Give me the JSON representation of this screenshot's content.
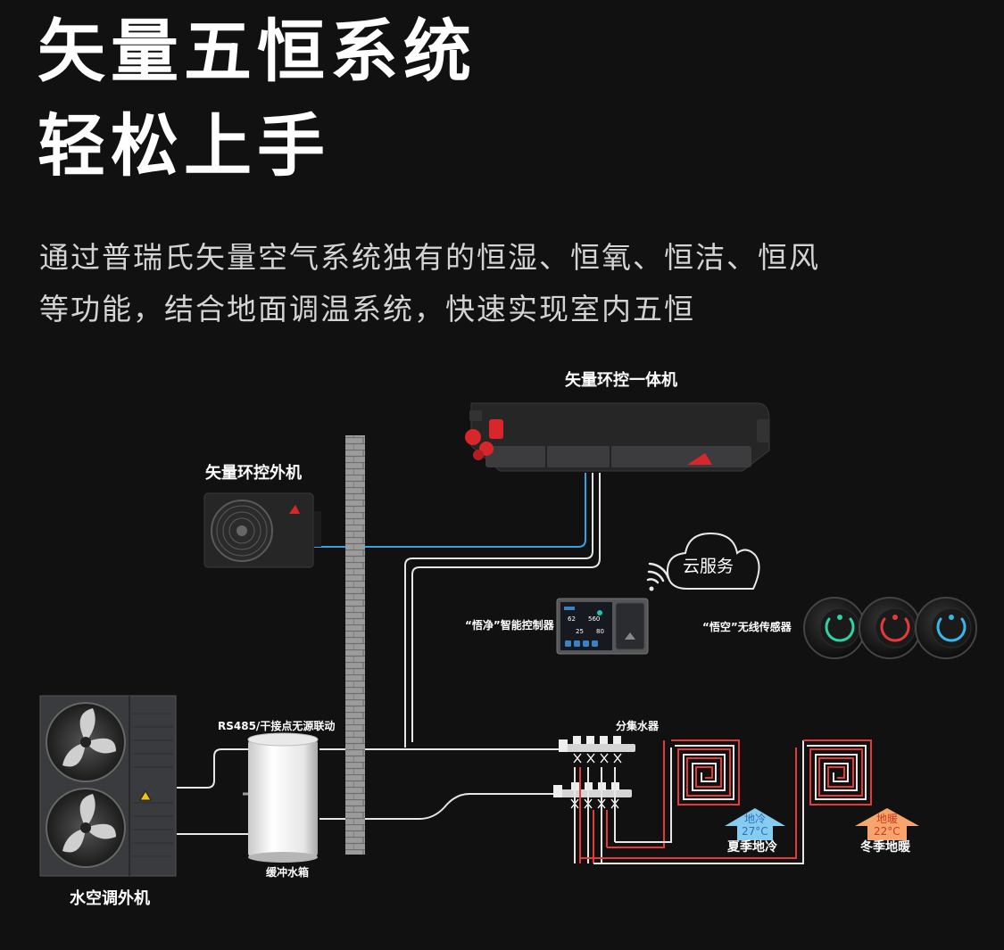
{
  "header": {
    "title_line1": "矢量五恒系统",
    "title_line2": "轻松上手",
    "description_line1": "通过普瑞氏矢量空气系统独有的恒湿、恒氧、恒洁、恒风",
    "description_line2": "等功能，结合地面调温系统，快速实现室内五恒"
  },
  "diagram": {
    "labels": {
      "indoor_unit": "矢量环控一体机",
      "outdoor_unit": "矢量环控外机",
      "cloud": "云服务",
      "controller": "“悟净”智能控制器",
      "sensor": "“悟空”无线传感器",
      "rs485": "RS485/干接点无源联动",
      "manifold": "分集水器",
      "buffer_tank": "缓冲水箱",
      "water_ac_outdoor": "水空调外机",
      "summer_badge_label": "地冷",
      "summer_badge_temp": "27°C",
      "summer_caption": "夏季地冷",
      "winter_badge_label": "地暖",
      "winter_badge_temp": "22°C",
      "winter_caption": "冬季地暖"
    },
    "controller_screen": {
      "v1": "62",
      "v2": "560",
      "v3": "25",
      "v4": "80"
    },
    "colors": {
      "background": "#111112",
      "pipe_white": "#e6e6e6",
      "pipe_blue": "#3aa0e0",
      "pipe_red": "#e53a3a",
      "brand_red": "#d9262b",
      "cool_arrow": "#86cbf0",
      "warm_arrow": "#f6a56c",
      "wall": "#8e8e8e"
    }
  }
}
